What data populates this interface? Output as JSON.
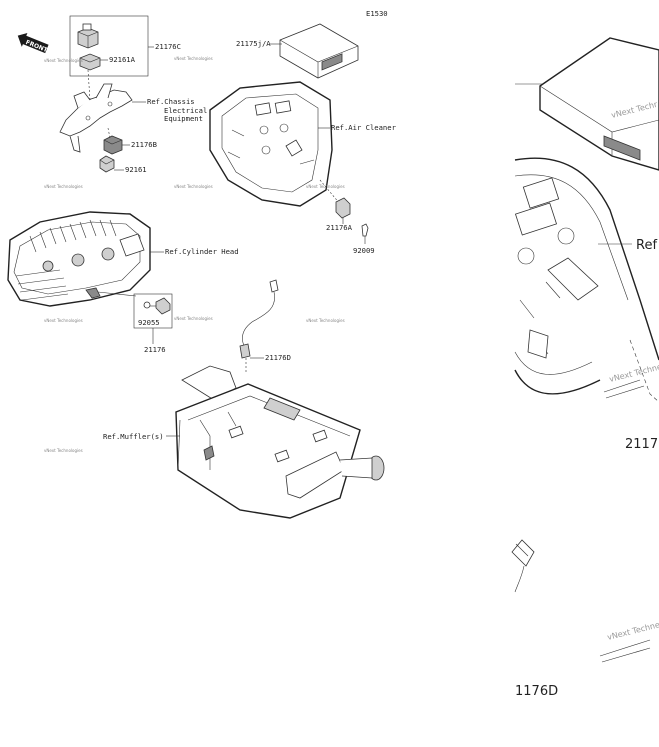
{
  "diagram": {
    "code": "E1530",
    "front_arrow": "FRONT",
    "callouts": {
      "p21176C": "21176C",
      "p92161A": "92161A",
      "p21175": "21175j/A",
      "p21176B": "21176B",
      "p92161": "92161",
      "p21176A": "21176A",
      "p92009": "92009",
      "p92055": "92055",
      "p21176": "21176",
      "p21176D": "21176D"
    },
    "references": {
      "chassis_line1": "Ref.Chassis",
      "chassis_line2": "Electrical",
      "chassis_line3": "Equipment",
      "air_cleaner": "Ref.Air Cleaner",
      "cylinder_head": "Ref.Cylinder Head",
      "muffler": "Ref.Muffler(s)"
    },
    "watermark": "vNext Technologies",
    "zoom": {
      "ref_partial": "Ref",
      "callout_partial_1": "2117(",
      "callout_partial_2": "1176D",
      "watermark_partial_1": "vNext Techr",
      "watermark_partial_2": "vNext Techne",
      "watermark_partial_3": "vNext Techne"
    }
  }
}
